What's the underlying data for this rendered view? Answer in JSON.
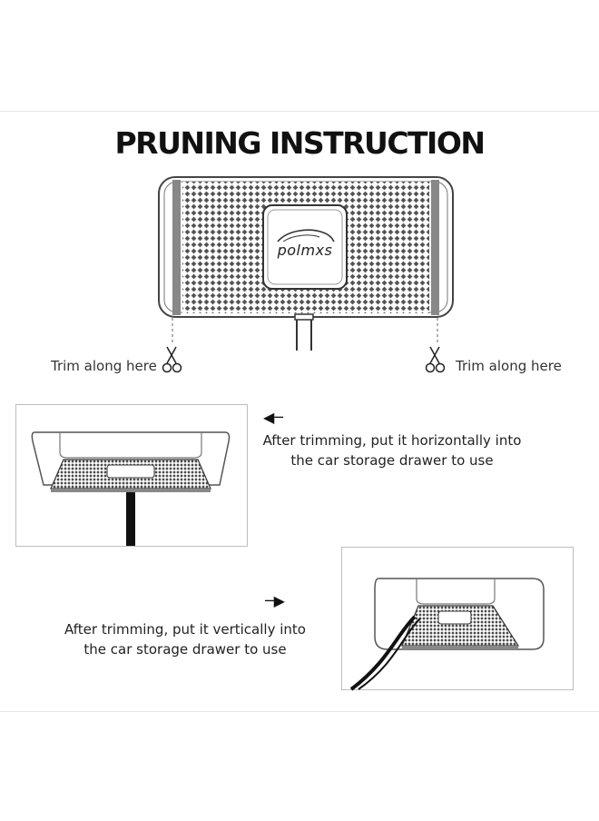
{
  "title": "PRUNING INSTRUCTION",
  "mat": {
    "logo_text": "polmxs"
  },
  "trim": {
    "left_label": "Trim along here",
    "right_label": "Trim along here"
  },
  "steps": [
    {
      "direction": "left",
      "line1": "After trimming, put it horizontally into",
      "line2": "the car storage drawer to use"
    },
    {
      "direction": "right",
      "line1": "After trimming, put it vertically into",
      "line2": "the car storage drawer to use"
    }
  ],
  "icons": {
    "scissors": "scissors-icon",
    "arrow_left": "arrow-left-icon",
    "arrow_right": "arrow-right-icon"
  }
}
